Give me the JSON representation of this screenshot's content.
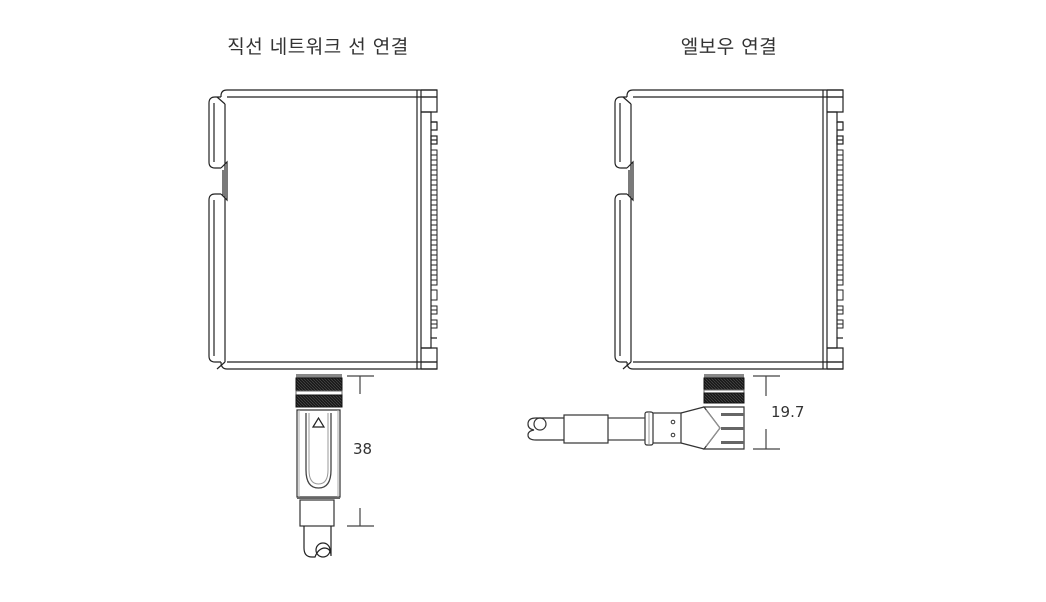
{
  "diagrams": [
    {
      "title": "직선 네트워크 선 연결",
      "connector_type": "straight",
      "dimension_label": "38"
    },
    {
      "title": "엘보우 연결",
      "connector_type": "elbow",
      "dimension_label": "19.7"
    }
  ],
  "colors": {
    "line": "#222222",
    "text": "#333333",
    "knurl": "#1a1a1a"
  }
}
